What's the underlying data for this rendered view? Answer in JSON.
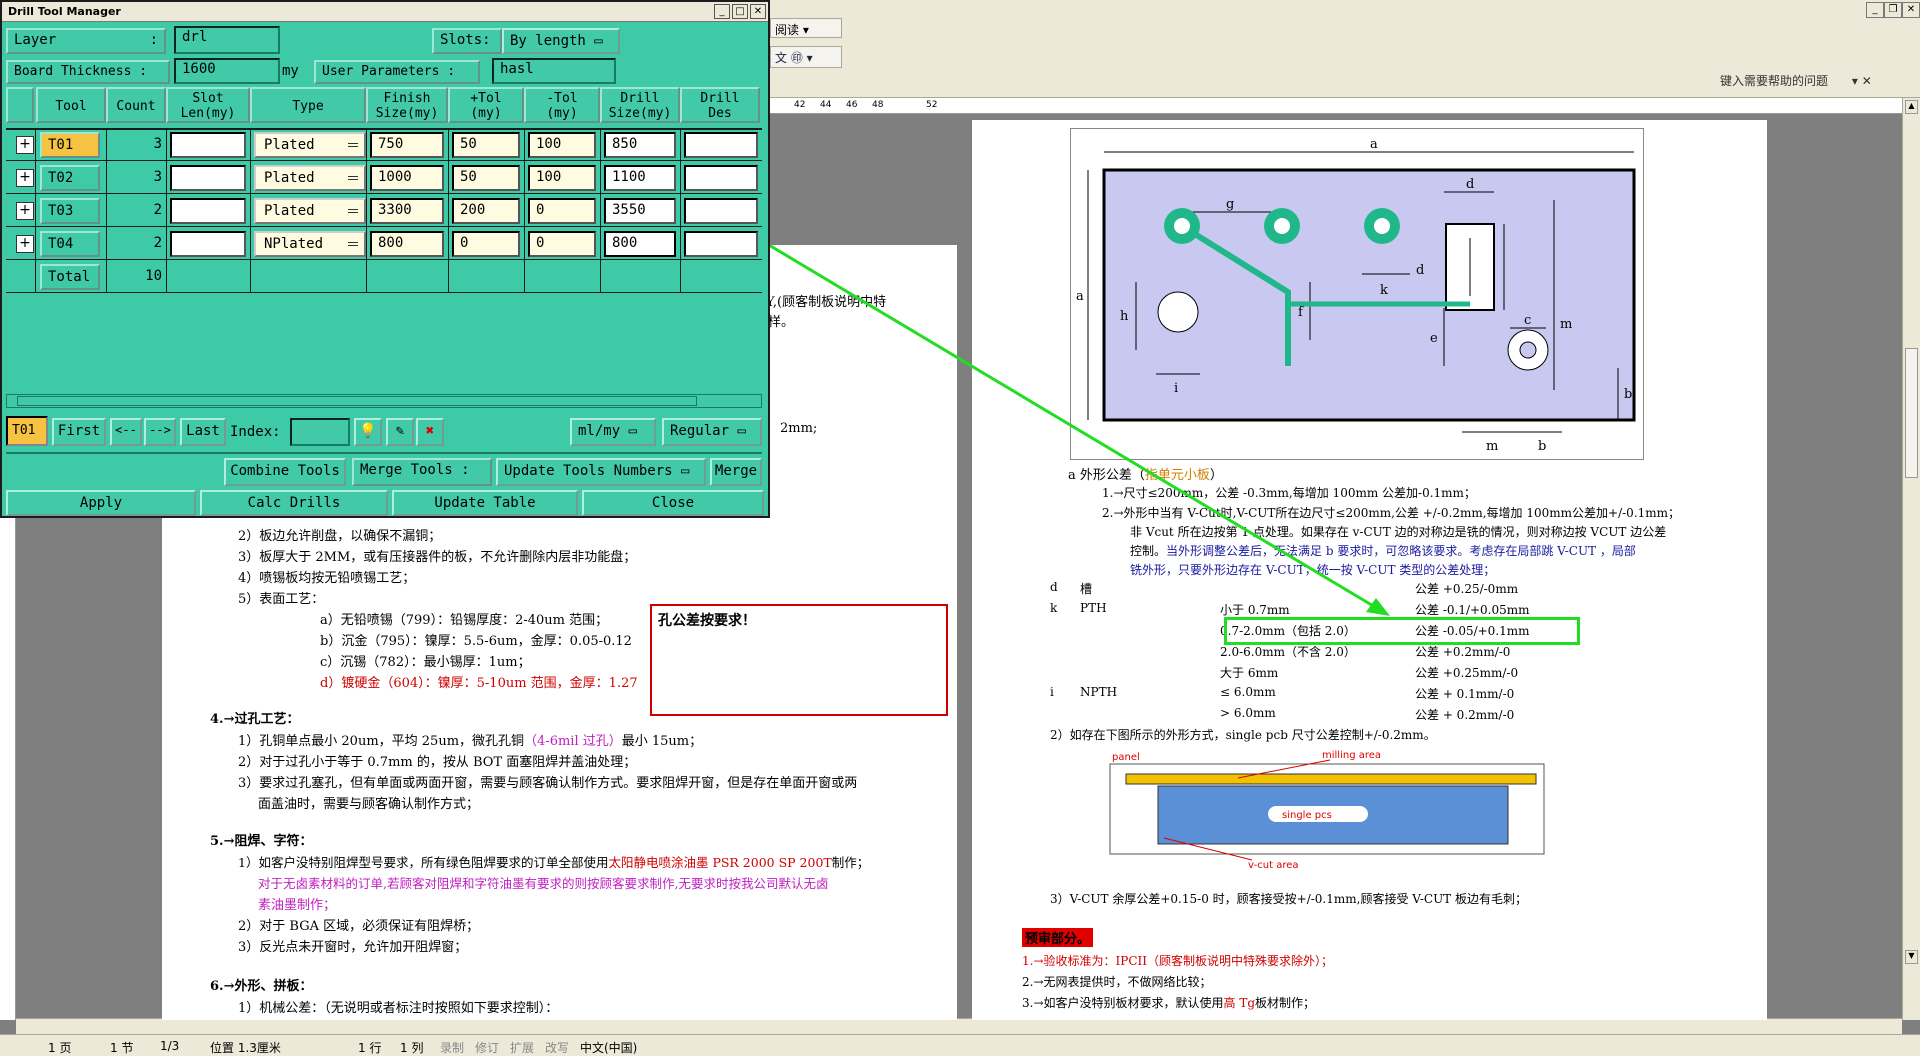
{
  "dtm": {
    "title": "Drill Tool Manager",
    "layer_label": "Layer",
    "layer_value": "drl",
    "slots_label": "Slots:",
    "slots_value": "By length",
    "board_thickness_label": "Board Thickness :",
    "board_thickness_value": "1600",
    "unit_my": "my",
    "user_params_label": "User Parameters :",
    "user_params_value": "hasl",
    "columns": [
      "Tool",
      "Count",
      "Slot\nLen(my)",
      "Type",
      "Finish\nSize(my)",
      "+Tol\n(my)",
      "-Tol\n(my)",
      "Drill\nSize(my)",
      "Drill\nDes"
    ],
    "rows": [
      {
        "tool": "T01",
        "count": "3",
        "type": "Plated",
        "finish": "750",
        "ptol": "50",
        "ntol": "100",
        "drill": "850"
      },
      {
        "tool": "T02",
        "count": "3",
        "type": "Plated",
        "finish": "1000",
        "ptol": "50",
        "ntol": "100",
        "drill": "1100"
      },
      {
        "tool": "T03",
        "count": "2",
        "type": "Plated",
        "finish": "3300",
        "ptol": "200",
        "ntol": "0",
        "drill": "3550"
      },
      {
        "tool": "T04",
        "count": "2",
        "type": "NPlated",
        "finish": "800",
        "ptol": "0",
        "ntol": "0",
        "drill": "800"
      }
    ],
    "total_label": "Total",
    "total_count": "10",
    "current_tool": "T01",
    "nav": {
      "first": "First",
      "prev": "<--",
      "next": "-->",
      "last": "Last",
      "index_label": "Index:"
    },
    "unit_select": "ml/my",
    "mode_select": "Regular",
    "combine_tools": "Combine Tools",
    "merge_tools_label": "Merge Tools :",
    "merge_tools_value": "Update Tools Numbers",
    "merge": "Merge",
    "apply": "Apply",
    "calc_drills": "Calc Drills",
    "update_table": "Update Table",
    "close": "Close"
  },
  "word": {
    "toolbar_read": "阅读",
    "help_placeholder": "键入需要帮助的问题",
    "ruler_marks": [
      "42",
      "44",
      "46",
      "48",
      "52"
    ],
    "status": [
      "1 页",
      "1 节",
      "1/3",
      "位置 1.3厘米",
      "1 行",
      "1 列",
      "录制",
      "修订",
      "扩展",
      "改写",
      "中文(中国)"
    ]
  },
  "left_doc": {
    "frag1": "Y,(顾客制板说明中特",
    "frag2": "样。",
    "frag3": "2mm;",
    "lines": [
      "2）板边允许削盘，以确保不漏铜；",
      "3）板厚大于 2MM，或有压接器件的板，不允许删除内层非功能盘；",
      "4）喷锡板均按无铅喷锡工艺；",
      "5）表面工艺："
    ],
    "surface": [
      "a）无铅喷锡（799）：铅锡厚度：2-40um 范围；",
      "b）沉金（795）：镍厚：5.5-6um，金厚：0.05-0.12",
      "c）沉锡（782）：最小锡厚：1um；",
      "d）镀硬金（604）：镍厚：5-10um 范围，金厚：1.27"
    ],
    "section4": "4.→过孔工艺：",
    "s4_lines": [
      "1）孔铜单点最小 20um，平均 25um，微孔孔铜",
      "（4-6mil 过孔）",
      "最小 15um；",
      "2）对于过孔小于等于 0.7mm 的，按从 BOT 面塞阻焊并盖油处理；",
      "3）要求过孔塞孔，但有单面或两面开窗，需要与顾客确认制作方式。要求阻焊开窗，但是存在单面开窗或两",
      "面盖油时，需要与顾客确认制作方式；"
    ],
    "section5": "5.→阻焊、字符：",
    "s5_line1a": "1）如客户没特别阻焊型号要求，所有绿色阻焊要求的订单全部使用",
    "s5_line1b": "太阳静电喷涂油墨 PSR 2000 SP 200T",
    "s5_line1c": "制作；",
    "s5_line2": "对于无卤素材料的订单,若顾客对阻焊和字符油墨有要求的则按顾客要求制作,无要求时按我公司默认无卤",
    "s5_line3": "素油墨制作；",
    "s5_line4": "2）对于 BGA 区域，必须保证有阻焊桥；",
    "s5_line5": "3）反光点未开窗时，允许加开阻焊窗；",
    "section6": "6.→外形、拼板：",
    "s6_line1": "1）机械公差：（无说明或者标注时按照如下要求控制）：",
    "note_title": "孔公差按要求！"
  },
  "right_doc": {
    "diagram_labels": [
      "a",
      "a",
      "g",
      "d",
      "d",
      "h",
      "f",
      "k",
      "m",
      "c",
      "e",
      "i",
      "m",
      "b",
      "b"
    ],
    "a_outline": "a 外形公差（",
    "a_outline_orange": "指单元小板",
    "a_outline_end": "）",
    "r1": "1.→尺寸≤200mm，公差 -0.3mm,每增加 100mm 公差加-0.1mm；",
    "r2": "2.→外形中当有 V-Cut时,V-CUT所在边尺寸≤200mm,公差 +/-0.2mm,每增加 100mm公差加+/-0.1mm；",
    "r3": "非 Vcut 所在边按第 1 点处理。如果存在 v-CUT 边的对称边是铣的情况，则对称边按 VCUT 边公差",
    "r4_black": "控制。",
    "r4_blue": "当外形调整公差后，无法满足 b 要求时，可忽略该要求。考虑存在局部跳 V-CUT ，局部",
    "r5_blue": "铣外形，只要外形边存在 V-CUT，统一按 V-CUT 类型的公差处理；",
    "tol_rows": [
      {
        "code": "d",
        "name": "槽",
        "range": "",
        "tol": "公差 +0.25/-0mm"
      },
      {
        "code": "k",
        "name": "PTH",
        "range": "小于 0.7mm",
        "tol": "公差 -0.1/+0.05mm"
      },
      {
        "code": "",
        "name": "",
        "range": "0.7-2.0mm（包括 2.0）",
        "tol": "公差 -0.05/+0.1mm"
      },
      {
        "code": "",
        "name": "",
        "range": "2.0-6.0mm（不含 2.0）",
        "tol": "公差 +0.2mm/-0"
      },
      {
        "code": "",
        "name": "",
        "range": "大于 6mm",
        "tol": "公差 +0.25mm/-0"
      },
      {
        "code": "i",
        "name": "NPTH",
        "range": "≤ 6.0mm",
        "tol": "公差 + 0.1mm/-0"
      },
      {
        "code": "",
        "name": "",
        "range": "> 6.0mm",
        "tol": "公差 + 0.2mm/-0"
      }
    ],
    "r_line2": "2）如存在下图所示的外形方式，single pcb 尺寸公差控制+/-0.2mm。",
    "panel_label": "panel",
    "milling_label": "milling area",
    "single_pcs": "single pcs",
    "vcut_area": "v-cut area",
    "r_line3": "3）V-CUT 余厚公差+0.15-0 时，顾客接受按+/-0.1mm,顾客接受 V-CUT 板边有毛刺；",
    "section_review": "预审部分。",
    "review1": "1.→验收标准为：IPCII（顾客制板说明中特殊要求除外）；",
    "review2": "2.→无网表提供时，不做网络比较；",
    "review3a": "3.→如客户没特别板材要求，默认使用",
    "review3b": "高 Tg",
    "review3c": "板材制作；"
  },
  "colors": {
    "dialog_bg": "#3ec9a7",
    "highlight_box": "#22dd22",
    "note_border": "#d00000",
    "tool_selected": "#f5c242",
    "board_fill": "#c8c8f0",
    "pad_ring": "#20b88a"
  }
}
